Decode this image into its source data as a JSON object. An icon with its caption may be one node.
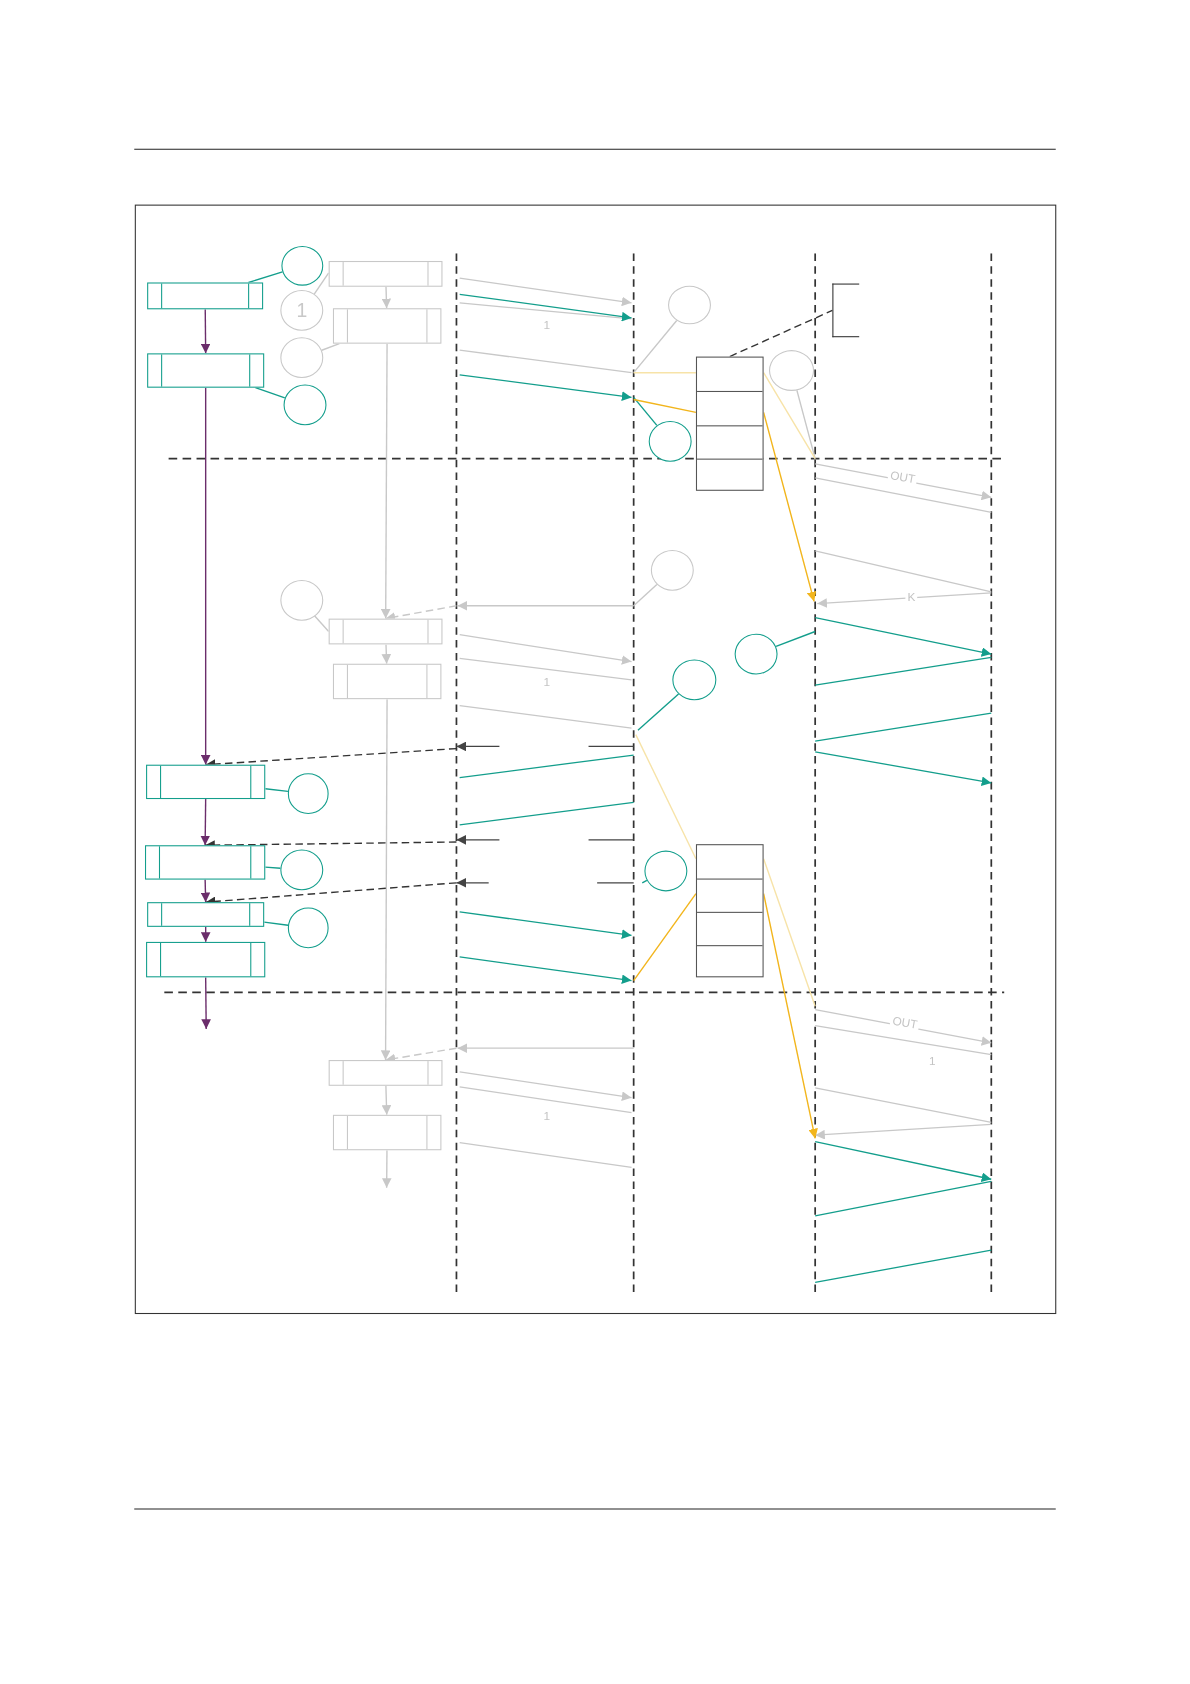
{
  "diagram": {
    "nodes": [
      {
        "text": [],
        "shape": "box"
      },
      {
        "text": [],
        "shape": "circle"
      },
      {
        "text": [],
        "shape": "box"
      },
      {
        "text": [],
        "shape": "circle"
      },
      {
        "text": [
          "1"
        ]
      },
      {
        "text": [],
        "shape": "box"
      },
      {
        "text": [],
        "shape": "circle"
      },
      {
        "text": [],
        "shape": "box"
      },
      {
        "text": [],
        "shape": "circle"
      },
      {
        "text": [],
        "shape": "box"
      },
      {
        "text": [],
        "shape": "circle"
      },
      {
        "text": [],
        "shape": "circle"
      },
      {
        "text": [],
        "shape": "bracket"
      },
      {
        "text": [],
        "shape": "circle"
      },
      {
        "text": [],
        "shape": "circle"
      },
      {
        "text": [],
        "shape": "box"
      },
      {
        "text": [],
        "shape": "circle"
      },
      {
        "text": [],
        "shape": "box"
      },
      {
        "text": [],
        "shape": "circle"
      },
      {
        "text": [],
        "shape": "box"
      },
      {
        "text": [],
        "shape": "circle"
      },
      {
        "text": [],
        "shape": "box"
      },
      {
        "text": [],
        "shape": "circle"
      },
      {
        "text": [],
        "shape": "circle"
      },
      {
        "text": [],
        "shape": "box"
      },
      {
        "text": [],
        "shape": "box"
      },
      {
        "text": [],
        "shape": "circle"
      },
      {
        "text": [],
        "shape": "box"
      },
      {
        "text": [],
        "shape": "box"
      },
      {
        "text": [],
        "shape": "box"
      }
    ],
    "edges": [
      {
        "from": 0,
        "to": 2,
        "arrow": "to",
        "color": "#6b2d6b"
      },
      {
        "from": 2,
        "to": 19,
        "arrow": "to",
        "color": "#6b2d6b"
      },
      {
        "from": 19,
        "to": 21,
        "arrow": "to",
        "color": "#6b2d6b"
      },
      {
        "from": 21,
        "to": 25,
        "arrow": "to",
        "color": "#6b2d6b"
      },
      {
        "from": 25,
        "to": 27,
        "arrow": "to",
        "color": "#6b2d6b"
      },
      {
        "from": 27,
        "to": null,
        "arrow": "to",
        "color": "#6b2d6b"
      },
      {
        "from": 0,
        "to": 1,
        "arrow": "none",
        "color": "#139e8c"
      },
      {
        "from": 2,
        "to": 3,
        "arrow": "none",
        "color": "#139e8c"
      },
      {
        "from": 19,
        "to": 20,
        "arrow": "none",
        "color": "#139e8c"
      },
      {
        "from": 21,
        "to": 22,
        "arrow": "none",
        "color": "#139e8c"
      },
      {
        "from": 25,
        "to": 26,
        "arrow": "none",
        "color": "#139e8c"
      },
      {
        "from": 4,
        "to": 5,
        "arrow": "none"
      },
      {
        "from": 6,
        "to": 7,
        "arrow": "none"
      },
      {
        "from": 5,
        "to": 7,
        "arrow": "to"
      },
      {
        "from": 7,
        "to": 15,
        "arrow": "to"
      },
      {
        "from": 15,
        "to": 17,
        "arrow": "to"
      },
      {
        "from": 17,
        "to": 28,
        "arrow": "to"
      },
      {
        "from": 28,
        "to": 29,
        "arrow": "to"
      },
      {
        "from": 29,
        "to": null,
        "arrow": "to"
      },
      {
        "from": 13,
        "to": 15,
        "arrow": "none"
      },
      {
        "from": 8,
        "to": null,
        "arrow": "none"
      },
      {
        "from": 10,
        "to": null,
        "arrow": "none"
      },
      {
        "from": 14,
        "to": null,
        "arrow": "none"
      },
      {
        "from": 11,
        "to": null,
        "arrow": "none",
        "color": "#139e8c"
      },
      {
        "from": 16,
        "to": null,
        "arrow": "none",
        "color": "#139e8c"
      },
      {
        "from": 18,
        "to": null,
        "arrow": "none",
        "color": "#139e8c"
      },
      {
        "from": 23,
        "to": null,
        "arrow": "none",
        "color": "#139e8c"
      },
      {
        "from": null,
        "to": 19,
        "arrow": "to",
        "style": "dashed",
        "color": "#333333"
      },
      {
        "from": null,
        "to": 21,
        "arrow": "to",
        "style": "dashed",
        "color": "#333333"
      },
      {
        "from": null,
        "to": 25,
        "arrow": "to",
        "style": "dashed",
        "color": "#333333"
      },
      {
        "from": null,
        "to": 15,
        "arrow": "to",
        "style": "dashed"
      },
      {
        "from": null,
        "to": 28,
        "arrow": "to",
        "style": "dashed"
      },
      {
        "from": 9,
        "to": 12,
        "arrow": "none",
        "style": "dashed",
        "color": "#333333"
      },
      {
        "from": null,
        "to": 9,
        "arrow": "none",
        "color": "#f2b51c"
      },
      {
        "from": 9,
        "to": null,
        "arrow": "to",
        "color": "#f2b51c"
      },
      {
        "from": null,
        "to": 24,
        "arrow": "none",
        "color": "#f2b51c"
      },
      {
        "from": 24,
        "to": null,
        "arrow": "to",
        "color": "#f2b51c"
      },
      {
        "from": null,
        "to": 9,
        "arrow": "none",
        "color": "#f7e3a8"
      },
      {
        "from": 9,
        "to": null,
        "arrow": "none",
        "color": "#f7e3a8"
      },
      {
        "from": null,
        "to": 24,
        "arrow": "none",
        "color": "#f7e3a8"
      },
      {
        "from": 24,
        "to": null,
        "arrow": "none",
        "color": "#f7e3a8"
      }
    ],
    "labels": [
      "1",
      "OUT",
      "K",
      "1",
      "1",
      "OUT",
      "1"
    ]
  }
}
